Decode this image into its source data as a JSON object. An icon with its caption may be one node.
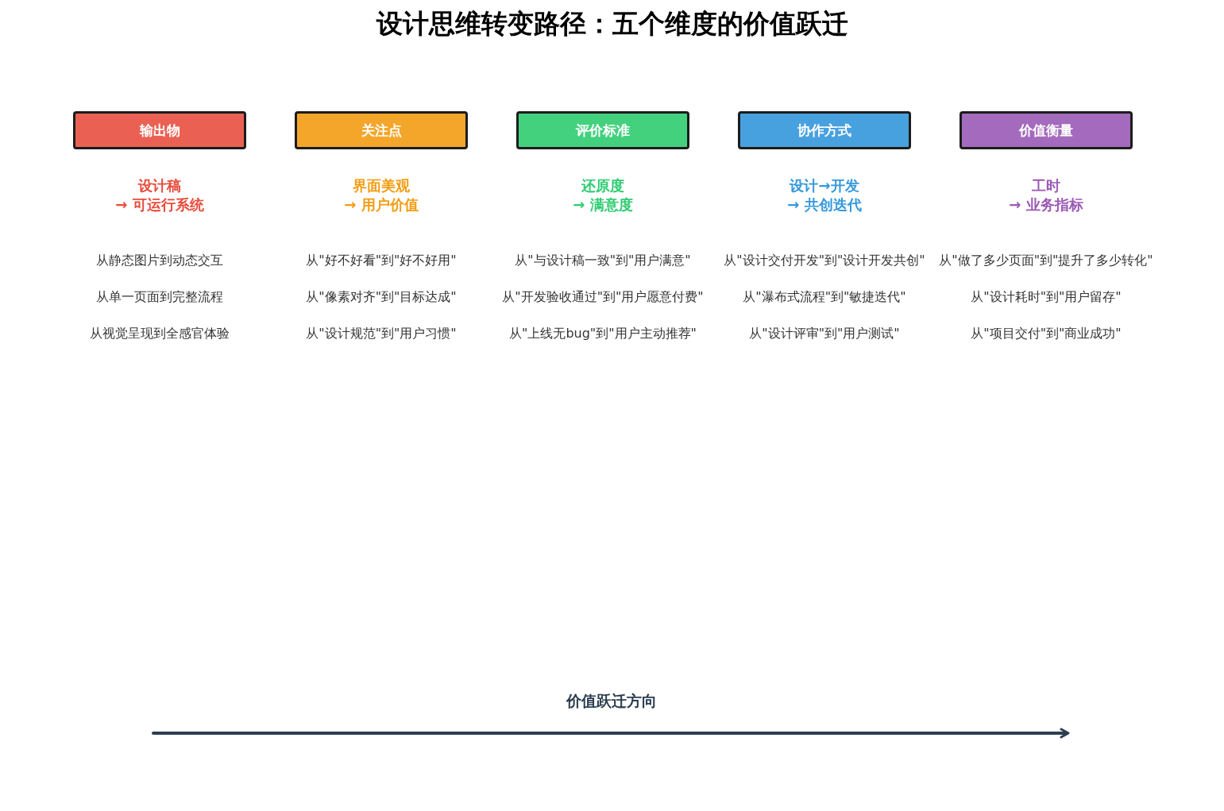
{
  "diagram": {
    "title": "设计思维转变路径：五个维度的价值跃迁",
    "nodes": [
      {
        "text": [
          "输出物"
        ],
        "beside": [
          "设计稿 → 可运行系统",
          "从静态图片到动态交互",
          "从单一页面到完整流程",
          "从视觉呈现到全感官体验"
        ]
      },
      {
        "text": [
          "关注点"
        ],
        "beside": [
          "界面美观 → 用户价值",
          "从\"好不好看\"到\"好不好用\"",
          "从\"像素对齐\"到\"目标达成\"",
          "从\"设计规范\"到\"用户习惯\""
        ]
      },
      {
        "text": [
          "评价标准"
        ],
        "beside": [
          "还原度 → 满意度",
          "从\"与设计稿一致\"到\"用户满意\"",
          "从\"开发验收通过\"到\"用户愿意付费\"",
          "从\"上线无bug\"到\"用户主动推荐\""
        ]
      },
      {
        "text": [
          "协作方式"
        ],
        "beside": [
          "设计→开发 → 共创迭代",
          "从\"设计交付开发\"到\"设计开发共创\"",
          "从\"瀑布式流程\"到\"敏捷迭代\"",
          "从\"设计评审\"到\"用户测试\""
        ]
      },
      {
        "text": [
          "价值衡量"
        ],
        "beside": [
          "工时 → 业务指标",
          "从\"做了多少页面\"到\"提升了多少转化\"",
          "从\"设计耗时\"到\"用户留存\"",
          "从\"项目交付\"到\"商业成功\""
        ]
      }
    ],
    "labels": [
      "价值跃迁方向"
    ]
  }
}
